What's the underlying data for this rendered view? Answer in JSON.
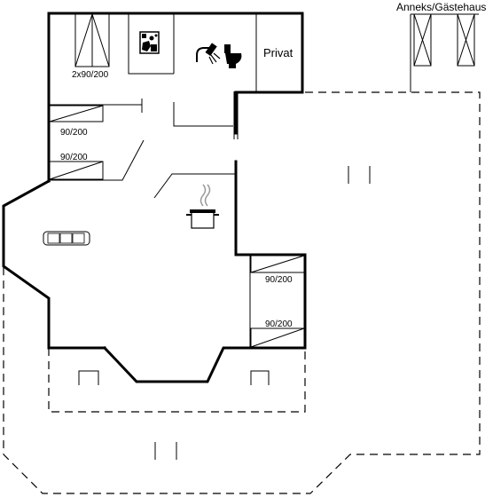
{
  "plan": {
    "annex_label": "Anneks/Gästehaus",
    "private_label": "Privat",
    "beds": {
      "double": "2x90/200",
      "top_left": "90/200",
      "mid_left": "90/200",
      "right_upper": "90/200",
      "right_lower": "90/200"
    },
    "icons": {
      "washer": "washing-machine-icon",
      "shower": "shower-icon",
      "toilet": "toilet-icon",
      "stove": "cooking-pot-icon",
      "sofa": "sofa-icon"
    }
  }
}
